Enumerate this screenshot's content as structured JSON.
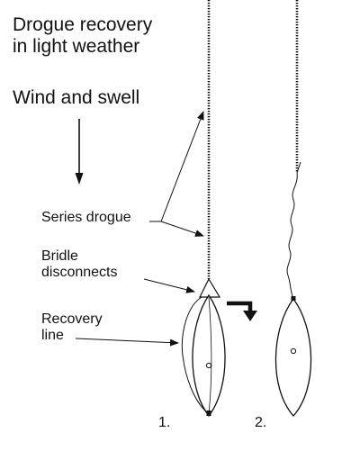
{
  "title_line1": "Drogue recovery",
  "title_line2": "in light weather",
  "wind_label": "Wind and swell",
  "labels": {
    "series_drogue": "Series drogue",
    "bridle_line1": "Bridle",
    "bridle_line2": "disconnects",
    "recovery_line1": "Recovery",
    "recovery_line2": "line"
  },
  "steps": [
    "1.",
    "2."
  ],
  "colors": {
    "ink": "#111111",
    "background": "#ffffff"
  }
}
